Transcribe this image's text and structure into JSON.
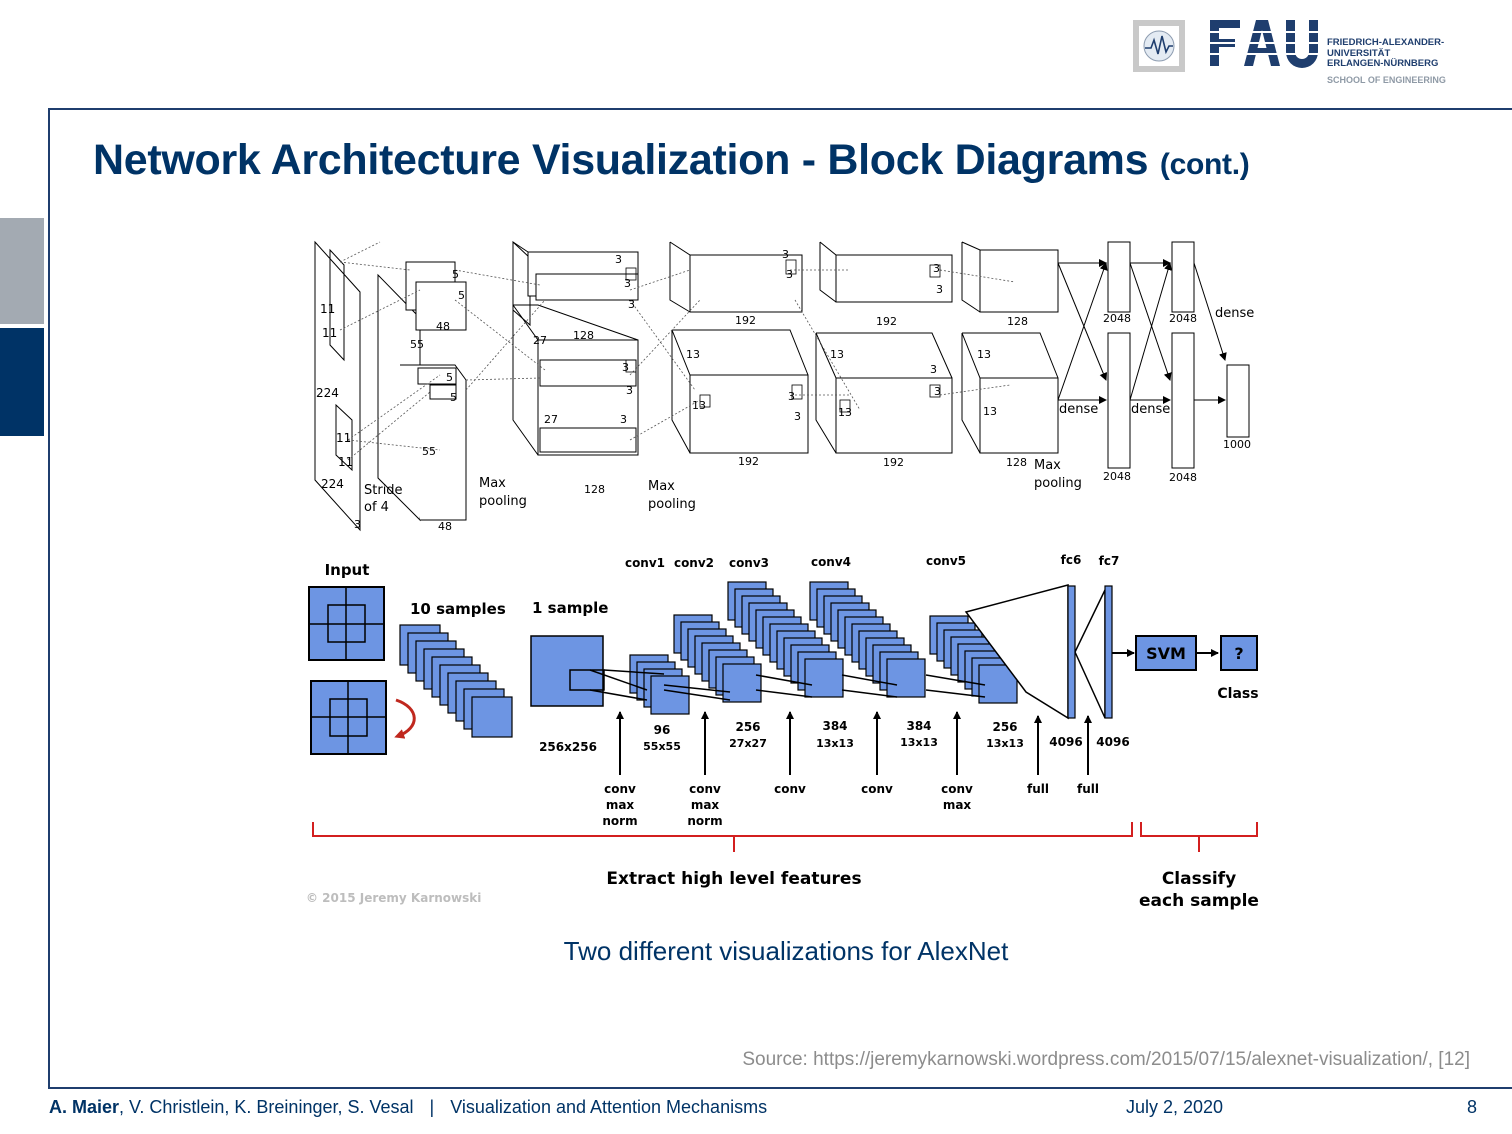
{
  "slide": {
    "title": "Network Architecture Visualization - Block Diagrams",
    "title_suffix": "(cont.)",
    "caption": "Two different visualizations for AlexNet",
    "source": "Source: https://jeremykarnowski.wordpress.com/2015/07/15/alexnet-visualization/, [12]",
    "page_number": "8"
  },
  "logo": {
    "name": "FAU",
    "line1": "FRIEDRICH-ALEXANDER-",
    "line2": "UNIVERSITÄT",
    "line3": "ERLANGEN-NÜRNBERG",
    "school": "SCHOOL OF ENGINEERING"
  },
  "footer": {
    "author_main": "A. Maier",
    "authors_rest": ", V. Christlein, K. Breininger, S. Vesal",
    "separator": "|",
    "lecture": "Visualization and Attention Mechanisms",
    "date": "July 2, 2020"
  },
  "top_diagram": {
    "labels": {
      "input_224a": "224",
      "input_224b": "224",
      "input_3": "3",
      "k11a": "11",
      "k11b": "11",
      "k11c": "11",
      "k11d": "11",
      "stride1": "Stride",
      "stride2": "of 4",
      "c1_55a": "55",
      "c1_55b": "55",
      "c1_48a": "48",
      "c1_48b": "48",
      "c1_k5a": "5",
      "c1_k5b": "5",
      "c1_k5c": "5",
      "c1_k5d": "5",
      "mp1a": "Max",
      "mp1b": "pooling",
      "c2_27a": "27",
      "c2_27b": "27",
      "c2_128a": "128",
      "c2_128b": "128",
      "c2_k3a": "3",
      "c2_k3b": "3",
      "c2_k3c": "3",
      "c2_k3d": "3",
      "c2_k3e": "3",
      "c2_k3f": "3",
      "mp2a": "Max",
      "mp2b": "pooling",
      "c3_13a": "13",
      "c3_13b": "13",
      "c3_192a": "192",
      "c3_192b": "192",
      "c3_k3a": "3",
      "c3_k3b": "3",
      "c3_k3c": "3",
      "c3_k3d": "3",
      "c4_13a": "13",
      "c4_13b": "13",
      "c4_192a": "192",
      "c4_192b": "192",
      "c4_k3a": "3",
      "c4_k3b": "3",
      "c4_k3c": "3",
      "c4_k3d": "3",
      "c5_13a": "13",
      "c5_13b": "13",
      "c5_128a": "128",
      "c5_128b": "128",
      "mp3a": "Max",
      "mp3b": "pooling",
      "fc_2048a": "2048",
      "fc_2048b": "2048",
      "fc_2048c": "2048",
      "fc_2048d": "2048",
      "dense1": "dense",
      "dense2": "dense",
      "dense3": "dense",
      "out_1000": "1000"
    }
  },
  "bottom_diagram": {
    "input": "Input",
    "ten_samples": "10 samples",
    "one_sample": "1 sample",
    "size_256": "256x256",
    "layers": [
      {
        "name": "conv1",
        "dims": "96",
        "size": "55x55",
        "ops": [
          "conv",
          "max",
          "norm"
        ]
      },
      {
        "name": "conv2",
        "dims": "256",
        "size": "27x27",
        "ops": [
          "conv",
          "max",
          "norm"
        ]
      },
      {
        "name": "conv3",
        "dims": "384",
        "size": "13x13",
        "ops": [
          "conv"
        ]
      },
      {
        "name": "conv4",
        "dims": "384",
        "size": "13x13",
        "ops": [
          "conv"
        ]
      },
      {
        "name": "conv5",
        "dims": "256",
        "size": "13x13",
        "ops": [
          "conv",
          "max"
        ]
      },
      {
        "name": "fc6",
        "dims": "4096",
        "ops": [
          "full"
        ]
      },
      {
        "name": "fc7",
        "dims": "4096",
        "ops": [
          "full"
        ]
      }
    ],
    "svm": "SVM",
    "question": "?",
    "class_label": "Class",
    "extract": "Extract high level features",
    "classify1": "Classify",
    "classify2": "each sample",
    "copyright": "© 2015 Jeremy Karnowski"
  },
  "colors": {
    "brand_blue": "#003366",
    "block_blue": "#6d95e3",
    "bracket_red": "#d31f1f",
    "arrow_red": "#c0281e"
  }
}
